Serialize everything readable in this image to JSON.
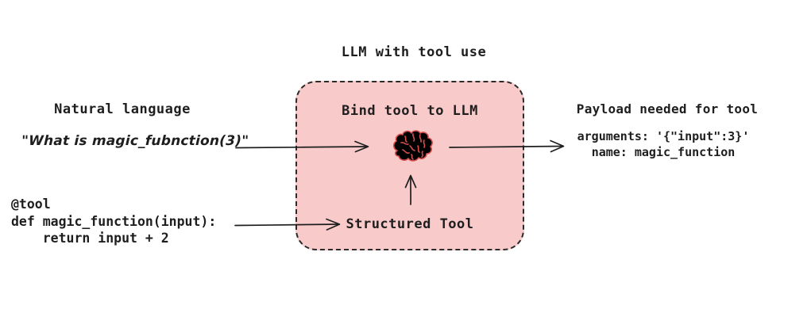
{
  "title": "LLM with tool use",
  "left_column": {
    "heading": "Natural language",
    "quote": "\"What is magic_fubnction(3)\"",
    "code_lines": [
      "@tool",
      "def magic_function(input):",
      "    return input + 2"
    ]
  },
  "center_box": {
    "heading": "Bind tool to LLM",
    "brain_icon": "brain-icon",
    "tool_label": "Structured Tool",
    "fill_color": "#f8caca",
    "border_color": "#2b2b2b",
    "brain_stroke_color": "#d84f4f"
  },
  "right_column": {
    "heading": "Payload needed for tool",
    "payload_lines": [
      "arguments: '{\"input\":3}'",
      "name: magic_function"
    ]
  },
  "colors": {
    "text": "#1e1e1e",
    "background": "#ffffff"
  }
}
